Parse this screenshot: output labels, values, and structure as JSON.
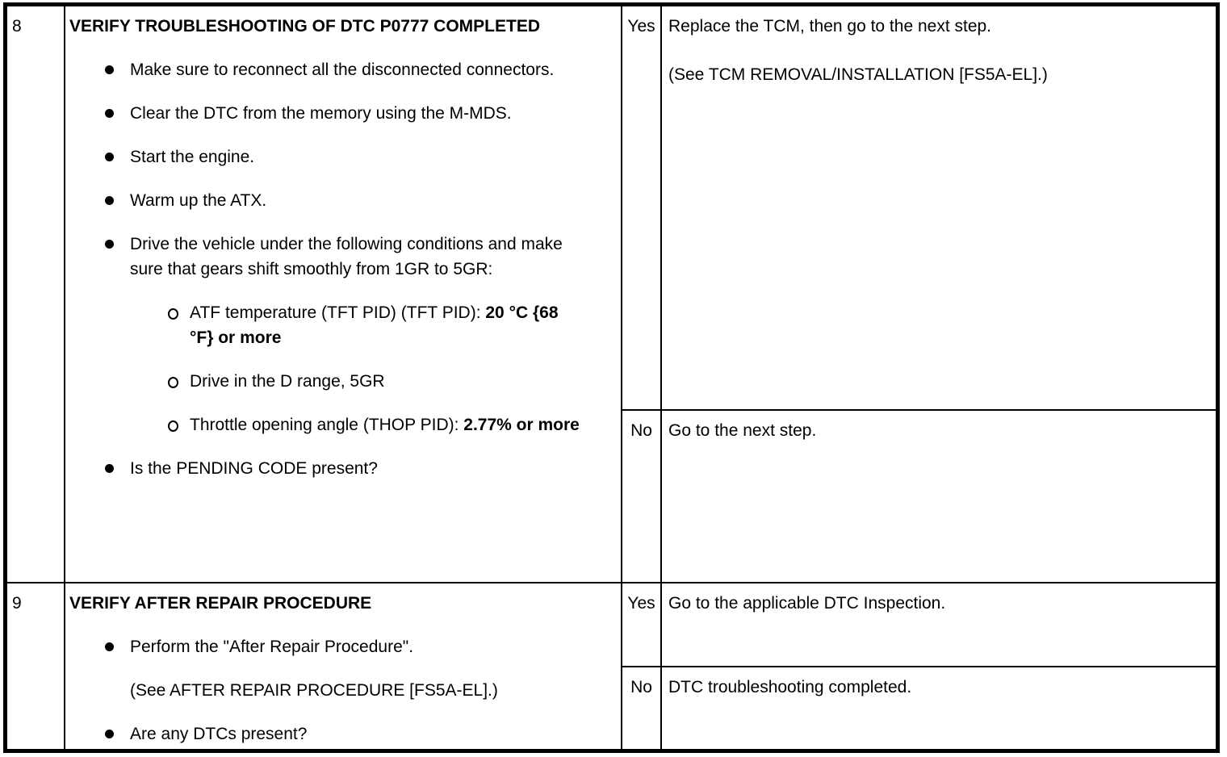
{
  "colors": {
    "border": "#000000",
    "background": "#ffffff",
    "text": "#000000"
  },
  "rows": [
    {
      "step": "8",
      "action": {
        "title": "VERIFY TROUBLESHOOTING OF DTC P0777 COMPLETED",
        "bullets": [
          "Make sure to reconnect all the disconnected connectors.",
          "Clear the DTC from the memory using the M-MDS.",
          "Start the engine.",
          "Warm up the ATX.",
          "Drive the vehicle under the following conditions and make sure that gears shift smoothly from 1GR to 5GR:"
        ],
        "conditions": [
          {
            "text": "ATF temperature (TFT PID) (TFT PID): ",
            "bold": "20 °C {68 °F} or more"
          },
          {
            "text": "Drive in the D range, 5GR",
            "bold": ""
          },
          {
            "text": "Throttle opening angle (THOP PID): ",
            "bold": "2.77% or more"
          }
        ],
        "question": "Is the PENDING CODE present?"
      },
      "yes": {
        "label": "Yes",
        "lines": [
          "Replace the TCM, then go to the next step.",
          "(See TCM REMOVAL/INSTALLATION [FS5A-EL].)"
        ]
      },
      "no": {
        "label": "No",
        "lines": [
          "Go to the next step."
        ]
      }
    },
    {
      "step": "9",
      "action": {
        "title": "VERIFY AFTER REPAIR PROCEDURE",
        "bullets": [
          "Perform the \"After Repair Procedure\"."
        ],
        "note": "(See AFTER REPAIR PROCEDURE [FS5A-EL].)",
        "question": "Are any DTCs present?"
      },
      "yes": {
        "label": "Yes",
        "lines": [
          "Go to the applicable DTC Inspection."
        ]
      },
      "no": {
        "label": "No",
        "lines": [
          "DTC troubleshooting completed."
        ]
      }
    }
  ]
}
